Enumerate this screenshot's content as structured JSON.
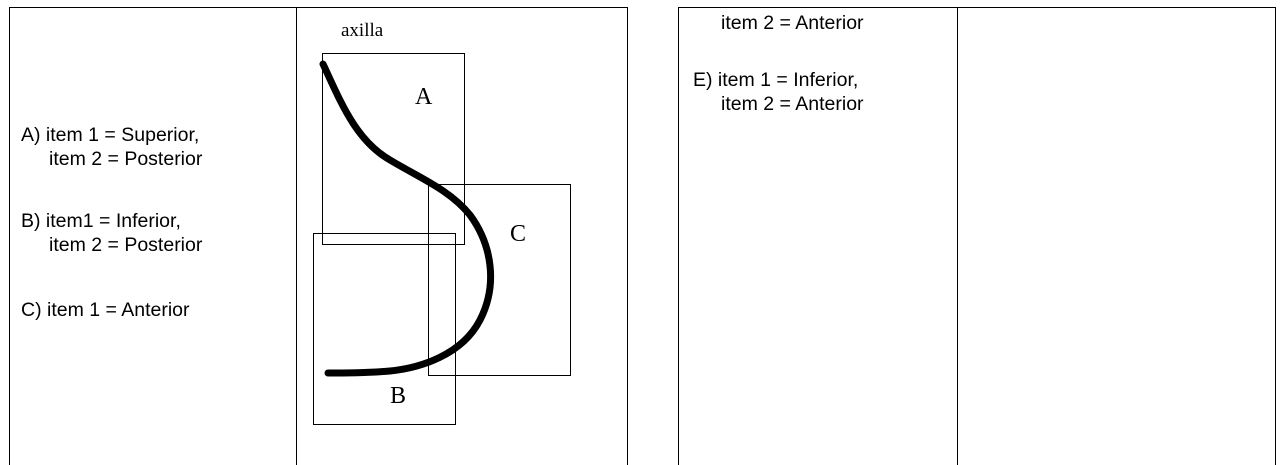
{
  "left_table": {
    "options": [
      {
        "line1": "A) item 1 = Superior,",
        "line2": "item 2 = Posterior"
      },
      {
        "line1": "B) item1 = Inferior,",
        "line2": "item 2 = Posterior"
      },
      {
        "line1": "C) item 1 = Anterior"
      }
    ]
  },
  "diagram": {
    "axilla_label": "axilla",
    "box_labels": {
      "a": "A",
      "b": "B",
      "c": "C"
    }
  },
  "right_table": {
    "continuation": "item 2 = Anterior",
    "option_e": {
      "line1": "E) item 1 = Inferior,",
      "line2": "item 2 = Anterior"
    }
  }
}
